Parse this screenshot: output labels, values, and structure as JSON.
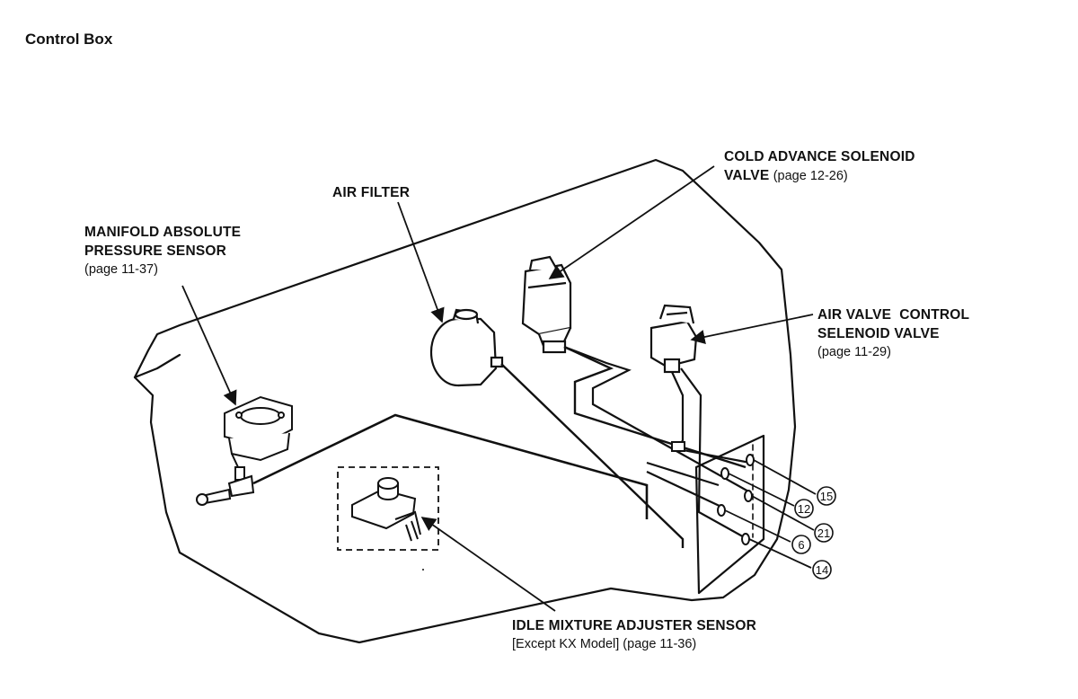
{
  "page_title": "Control Box",
  "labels": {
    "map_sensor": {
      "line1": "MANIFOLD ABSOLUTE",
      "line2": "PRESSURE SENSOR",
      "ref": "(page 11-37)"
    },
    "air_filter": {
      "line1": "AIR FILTER"
    },
    "cold_advance": {
      "line1": "COLD ADVANCE SOLENOID",
      "line2": "VALVE",
      "ref": "(page 12-26)"
    },
    "air_valve": {
      "line1": "AIR VALVE  CONTROL",
      "line2": "SELENOID VALVE",
      "ref": "(page 11-29)"
    },
    "idle_mixture": {
      "line1": "IDLE MIXTURE ADJUSTER SENSOR",
      "ref": "[Except KX Model] (page 11-36)"
    }
  },
  "port_numbers": [
    "15",
    "12",
    "21",
    "6",
    "14"
  ]
}
